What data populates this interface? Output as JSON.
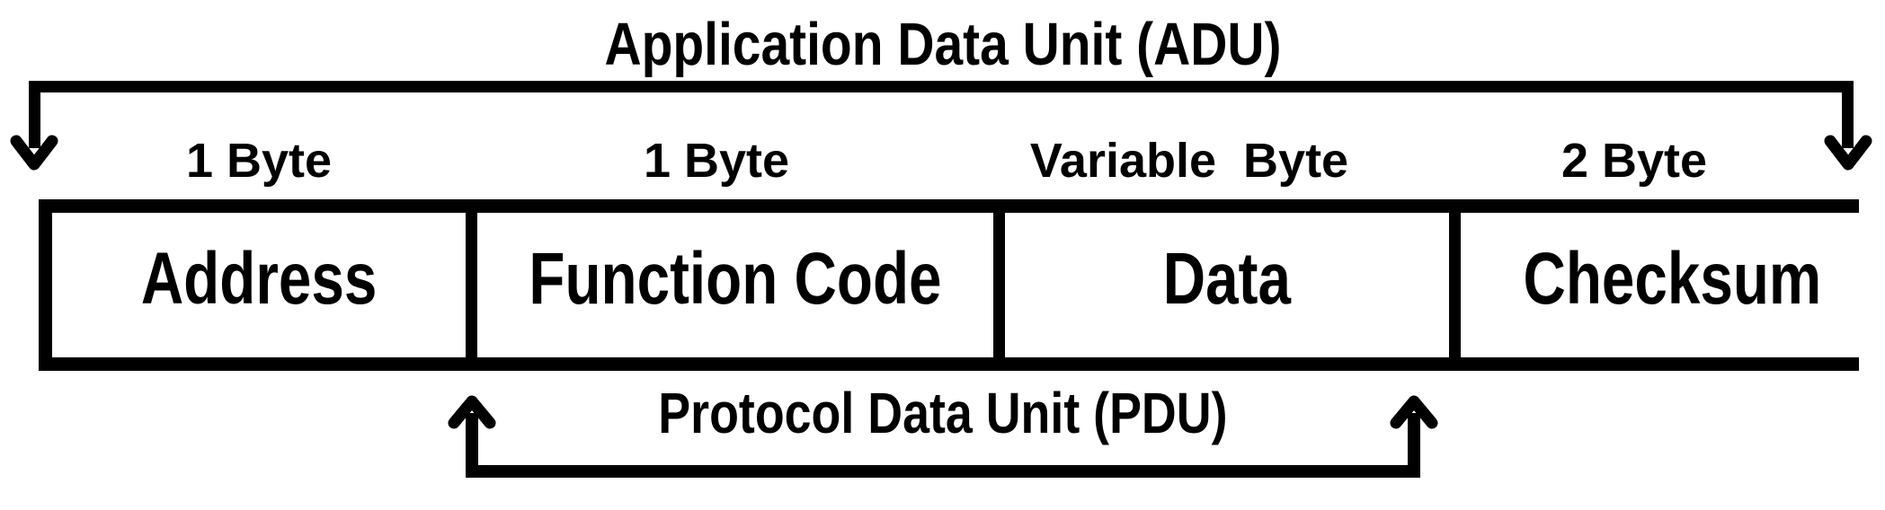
{
  "diagram": {
    "adu_label": "Application Data Unit (ADU)",
    "pdu_label": "Protocol Data Unit (PDU)",
    "fields": [
      {
        "size_label": "1 Byte",
        "name": "Address"
      },
      {
        "size_label": "1 Byte",
        "name": "Function Code"
      },
      {
        "size_label": "Variable  Byte",
        "name": "Data"
      },
      {
        "size_label": "2 Byte",
        "name": "Checksum"
      }
    ],
    "icons": {
      "adu_ends": "arrow-down-icon",
      "pdu_ends": "arrow-up-icon"
    },
    "colors": {
      "foreground": "#000000",
      "background": "#ffffff"
    }
  }
}
